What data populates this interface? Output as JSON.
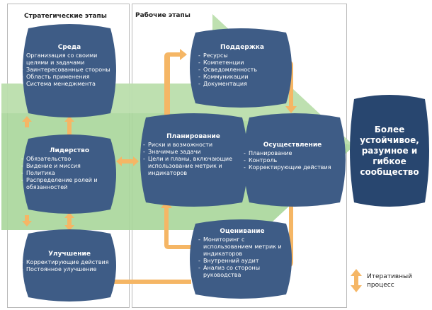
{
  "sections": {
    "strategic_title": "Стратегические этапы",
    "working_title": "Рабочие этапы"
  },
  "nodes": {
    "environment": {
      "title": "Среда",
      "items": [
        "Организация со своими целями и задачами",
        "Заинтересованные стороны",
        "Область применения",
        "Система менеджмента"
      ]
    },
    "leadership": {
      "title": "Лидерство",
      "items": [
        "Обязательство",
        "Видение и миссия",
        "Политика",
        "Распределение ролей и обязанностей"
      ]
    },
    "improvement": {
      "title": "Улучшение",
      "items": [
        "Корректирующие действия",
        "Постоянное улучшение"
      ]
    },
    "support": {
      "title": "Поддержка",
      "items": [
        "Ресурсы",
        "Компетенции",
        "Осведомленность",
        "Коммуникации",
        "Документация"
      ]
    },
    "planning": {
      "title": "Планирование",
      "items": [
        "Риски и возможности",
        "Значимые задачи",
        "Цели и планы, включающие использование метрик и индикаторов"
      ]
    },
    "implementation": {
      "title": "Осуществление",
      "items": [
        "Планирование",
        "Контроль",
        "Корректирующие действия"
      ]
    },
    "evaluation": {
      "title": "Оценивание",
      "items": [
        "Мониторинг с использованием метрик и индикаторов",
        "Внутренний аудит",
        "Анализ со стороны руководства"
      ]
    }
  },
  "goal": {
    "text": "Более устойчивое, разумное и гибкое сообщество"
  },
  "legend": {
    "label": "Итеративный процесс"
  },
  "colors": {
    "node_fill": "#3e5c86",
    "goal_fill": "#28466f",
    "arrow_orange": "#f5b665",
    "green_arrow": "#a9d69a",
    "panel_border": "#b9b9b9"
  }
}
